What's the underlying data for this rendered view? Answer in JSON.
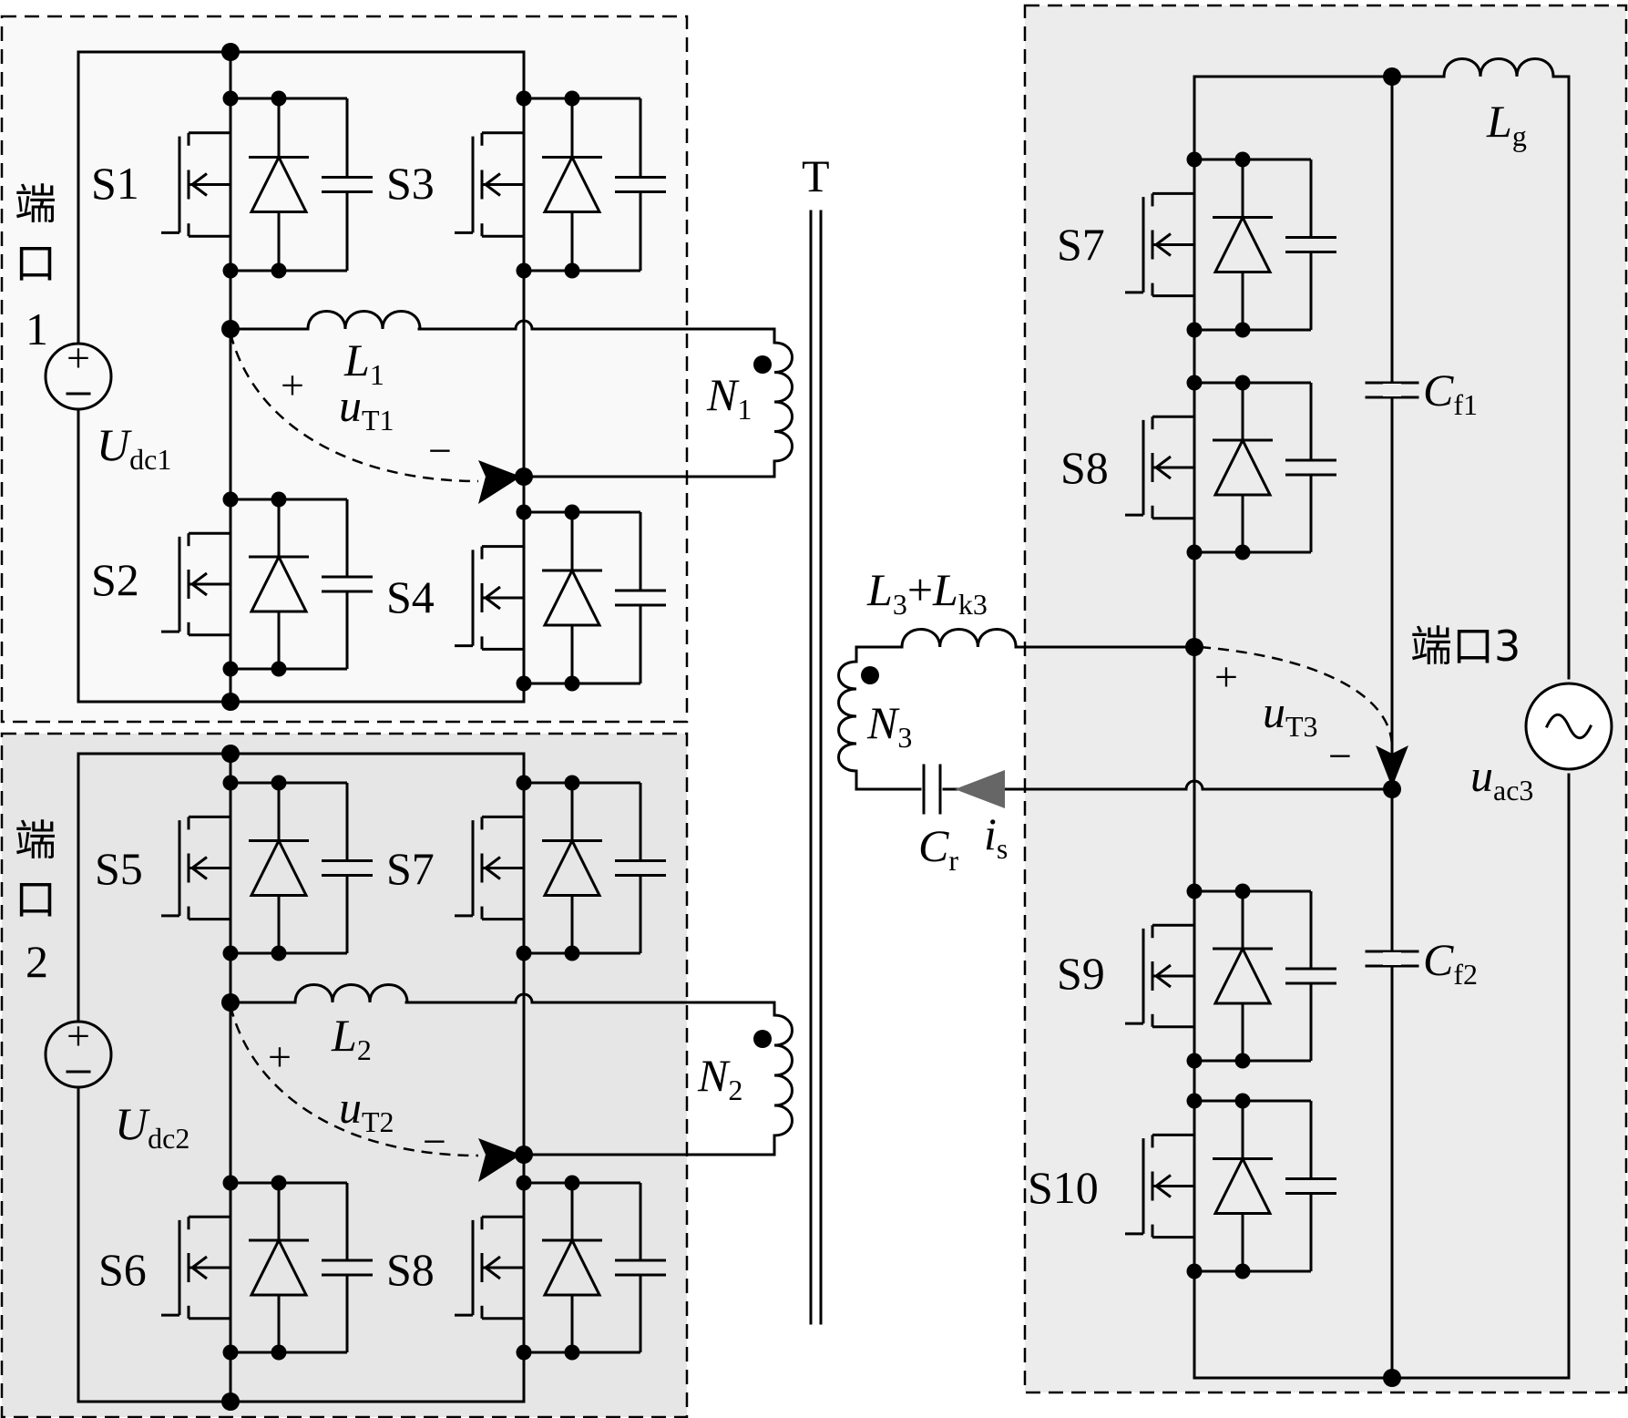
{
  "ports": {
    "port1": {
      "title_chars": [
        "端",
        "口",
        "1"
      ],
      "source_voltage": "U",
      "source_voltage_sub": "dc1"
    },
    "port2": {
      "title_chars": [
        "端",
        "口",
        "2"
      ],
      "source_voltage": "U",
      "source_voltage_sub": "dc2"
    },
    "port3": {
      "title": "端口3"
    }
  },
  "switches": {
    "port1": [
      "S1",
      "S3",
      "S2",
      "S4"
    ],
    "port2": [
      "S5",
      "S7",
      "S6",
      "S8"
    ],
    "port3": [
      "S7",
      "S8",
      "S9",
      "S10"
    ]
  },
  "inductors": {
    "L1": {
      "base": "L",
      "sub": "1"
    },
    "L2": {
      "base": "L",
      "sub": "2"
    },
    "L3": {
      "base1": "L",
      "sub1": "3",
      "plus": "+",
      "base2": "L",
      "sub2": "k3"
    },
    "Lg": {
      "base": "L",
      "sub": "g"
    }
  },
  "windings": {
    "N1": {
      "base": "N",
      "sub": "1"
    },
    "N2": {
      "base": "N",
      "sub": "2"
    },
    "N3": {
      "base": "N",
      "sub": "3"
    }
  },
  "transformer": {
    "label": "T"
  },
  "voltages": {
    "uT1": {
      "base": "u",
      "sub": "T1",
      "plus": "+",
      "minus": "−"
    },
    "uT2": {
      "base": "u",
      "sub": "T2",
      "plus": "+",
      "minus": "−"
    },
    "uT3": {
      "base": "u",
      "sub": "T3",
      "plus": "+",
      "minus": "−"
    },
    "uac3": {
      "base": "u",
      "sub": "ac3"
    }
  },
  "capacitors": {
    "Cf1": {
      "base": "C",
      "sub": "f1"
    },
    "Cf2": {
      "base": "C",
      "sub": "f2"
    },
    "Cr": {
      "base": "C",
      "sub": "r"
    }
  },
  "current": {
    "base": "i",
    "sub": "s"
  },
  "source_symbols": {
    "plus": "+",
    "minus": "−",
    "ac": "~"
  },
  "colors": {
    "wire": "#000000",
    "port1_bg": "#f9f9f9",
    "port2_bg": "#e6e6e6",
    "port3_bg": "#ececec",
    "current_arrow": "#666666"
  }
}
